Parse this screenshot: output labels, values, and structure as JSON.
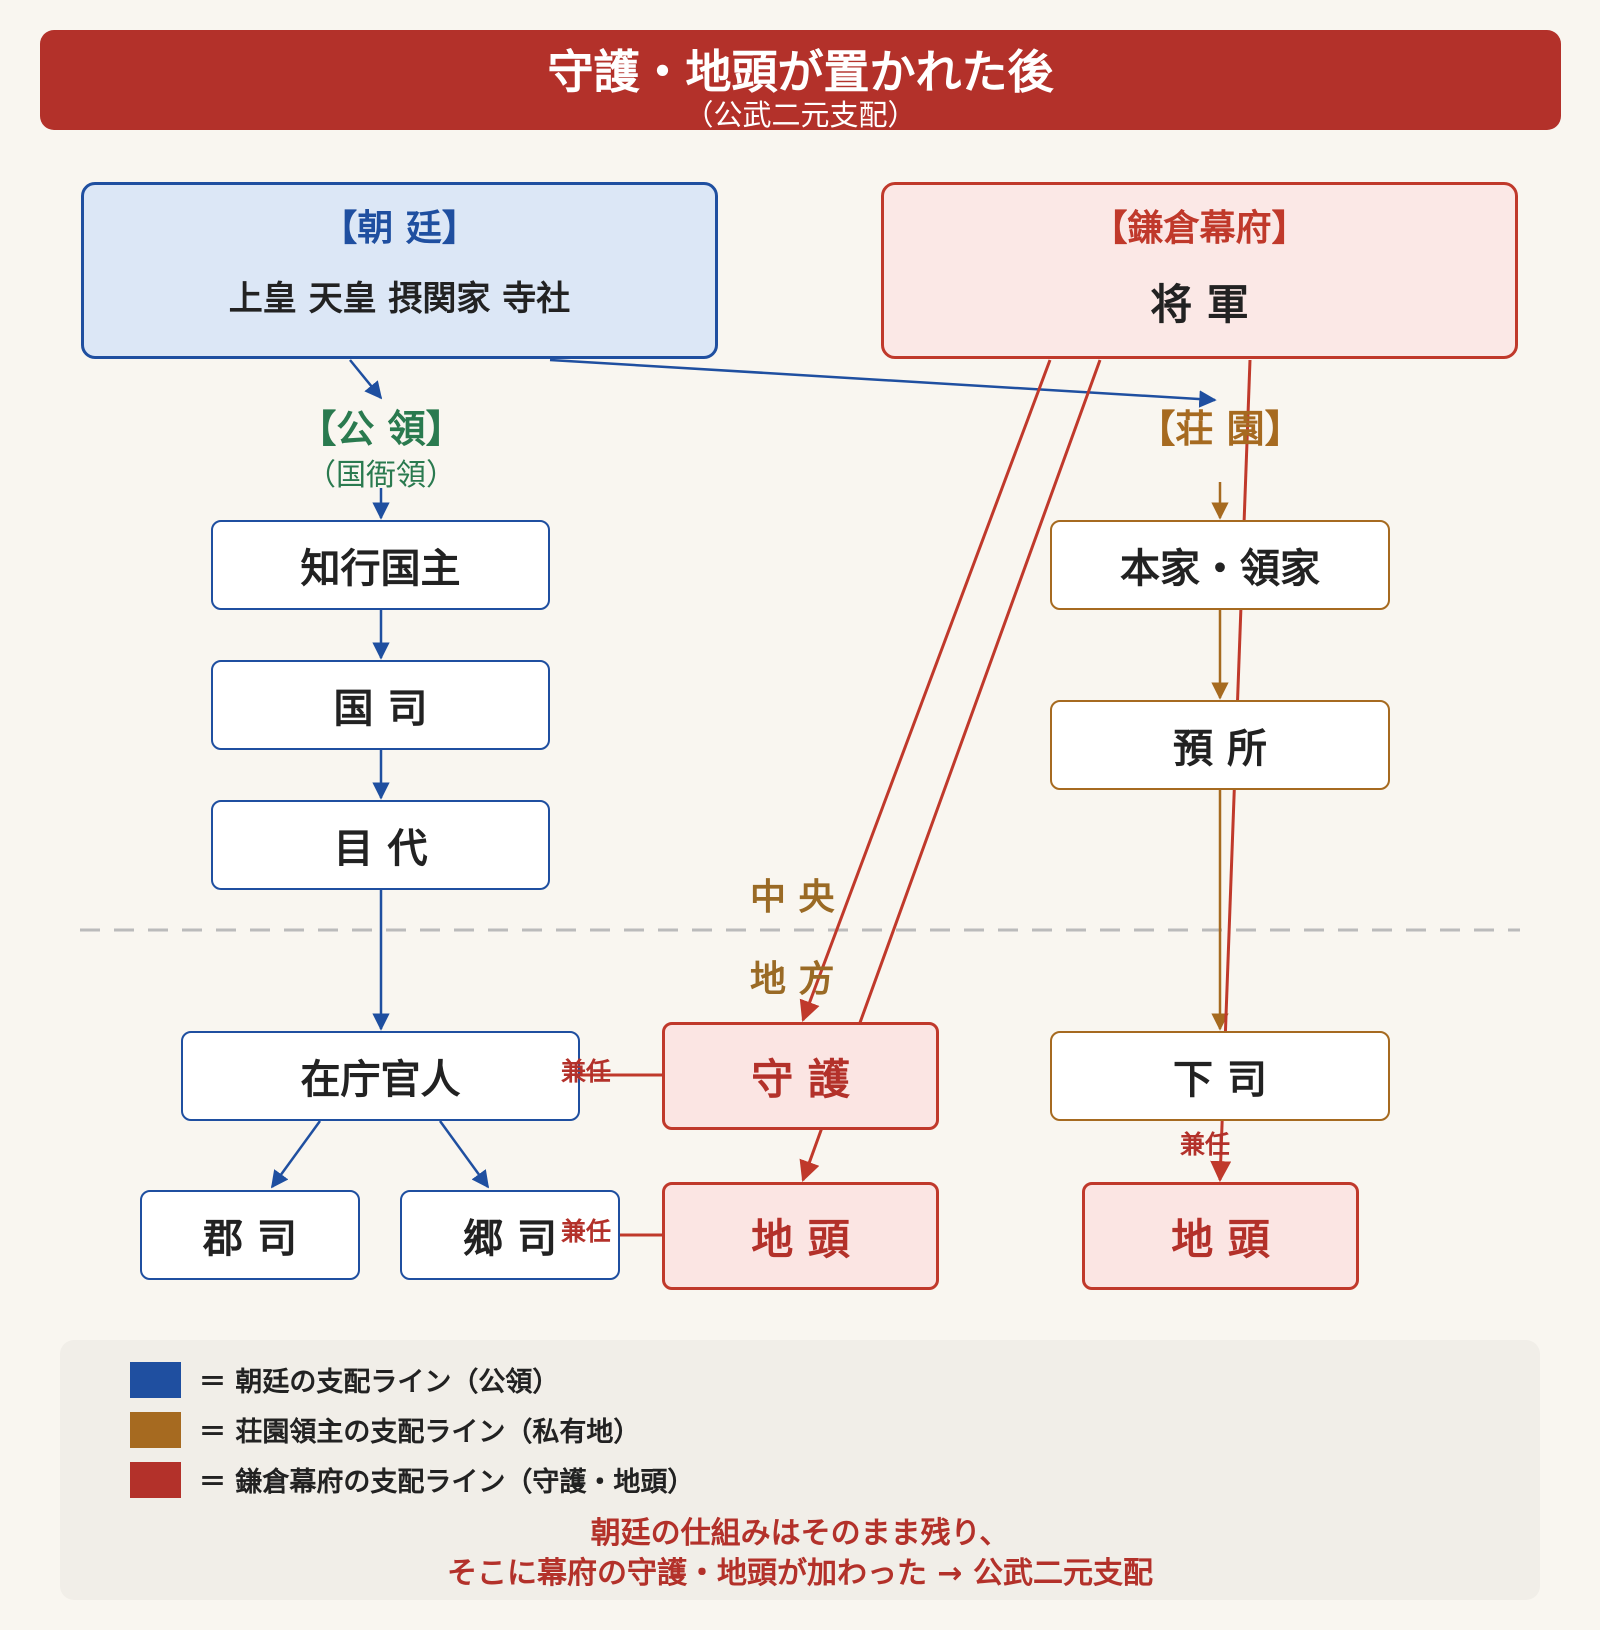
{
  "header": {
    "title": "守護・地頭が置かれた後",
    "subtitle": "（公武二元支配）"
  },
  "court": {
    "title": "【朝 廷】",
    "members": "上皇 天皇 摂関家 寺社"
  },
  "bakufu": {
    "title": "【鎌倉幕府】",
    "members": "将 軍"
  },
  "public_land": {
    "title": "【公 領】",
    "subtitle": "（国衙領）"
  },
  "shoen": {
    "title": "【荘 園】"
  },
  "public_chain": [
    "知行国主",
    "国 司",
    "目 代",
    "在庁官人"
  ],
  "county_offices": [
    "郡 司",
    "郷 司"
  ],
  "shoen_chain": [
    "本家・領家",
    "預 所",
    "下 司"
  ],
  "bakufu_offices": {
    "shugo": "守 護",
    "jito_public": "地 頭",
    "jito_shoen": "地 頭"
  },
  "kennin_label": "兼任",
  "divider": {
    "central": "中 央",
    "local": "地 方"
  },
  "legend": {
    "items": [
      {
        "color": "#1f4fa0",
        "label": "＝ 朝廷の支配ライン（公領）"
      },
      {
        "color": "#a66a20",
        "label": "＝ 荘園領主の支配ライン（私有地）"
      },
      {
        "color": "#b3312a",
        "label": "＝ 鎌倉幕府の支配ライン（守護・地頭）"
      }
    ],
    "note_line1": "朝廷の仕組みはそのまま残り、",
    "note_line2": "そこに幕府の守護・地頭が加わった → 公武二元支配"
  },
  "colors": {
    "court_blue": "#1f4fa0",
    "shoen_brown": "#a66a20",
    "bakufu_red": "#b3312a",
    "public_green": "#2a7a4f"
  }
}
